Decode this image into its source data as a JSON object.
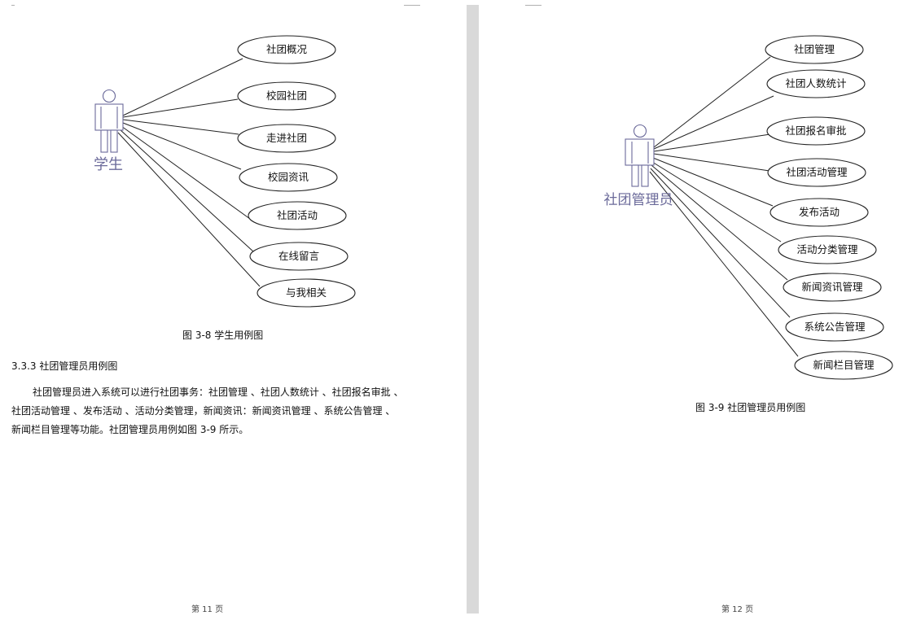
{
  "page_left": {
    "diagram": {
      "actor": "学生",
      "use_cases": [
        "社团概况",
        "校园社团",
        "走进社团",
        "校园资讯",
        "社团活动",
        "在线留言",
        "与我相关"
      ]
    },
    "caption": "图 3-8  学生用例图",
    "section_heading": "3.3.3 社团管理员用例图",
    "paragraph_lines": [
      "社团管理员进入系统可以进行社团事务：社团管理 、社团人数统计 、社团报名审批 、",
      "社团活动管理 、发布活动 、活动分类管理，新闻资讯：新闻资讯管理 、系统公告管理 、",
      "新闻栏目管理等功能。社团管理员用例如图 3-9 所示。"
    ],
    "footer": "第 11 页"
  },
  "page_right": {
    "diagram": {
      "actor": "社团管理员",
      "use_cases": [
        "社团管理",
        "社团人数统计",
        "社团报名审批",
        "社团活动管理",
        "发布活动",
        "活动分类管理",
        "新闻资讯管理",
        "系统公告管理",
        "新闻栏目管理"
      ]
    },
    "caption": "图 3-9  社团管理员用例图",
    "footer": "第 12 页"
  }
}
